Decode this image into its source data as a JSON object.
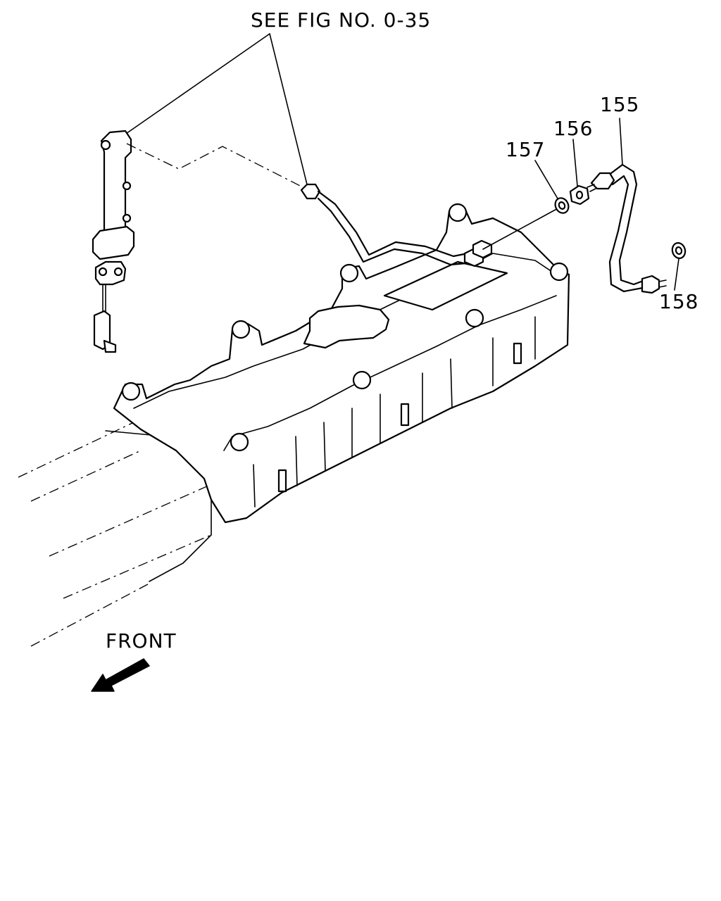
{
  "reference": "SEE FIG NO. 0-35",
  "parts": [
    {
      "id": "part-155",
      "label": "155"
    },
    {
      "id": "part-156",
      "label": "156"
    },
    {
      "id": "part-157",
      "label": "157"
    },
    {
      "id": "part-158",
      "label": "158"
    }
  ],
  "direction": "FRONT"
}
